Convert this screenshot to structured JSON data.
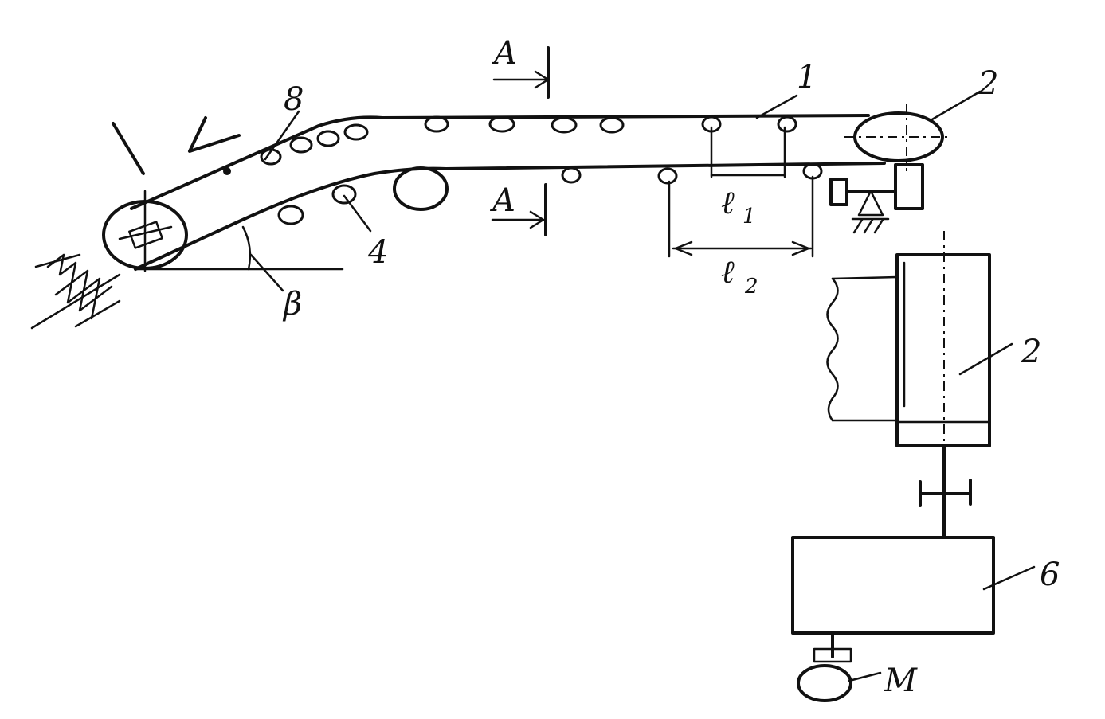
{
  "labels": {
    "belt": "1",
    "drum_top": "2",
    "drum_side": "2",
    "roller_lower": "4",
    "roller_upper": "8",
    "reducer": "6",
    "motor": "M",
    "section_top": "A",
    "section_bottom": "A",
    "angle": "β",
    "spacing_1": "ℓ",
    "spacing_1_sub": "1",
    "spacing_2": "ℓ",
    "spacing_2_sub": "2",
    "zone_1": "I",
    "zone_2": "V"
  }
}
